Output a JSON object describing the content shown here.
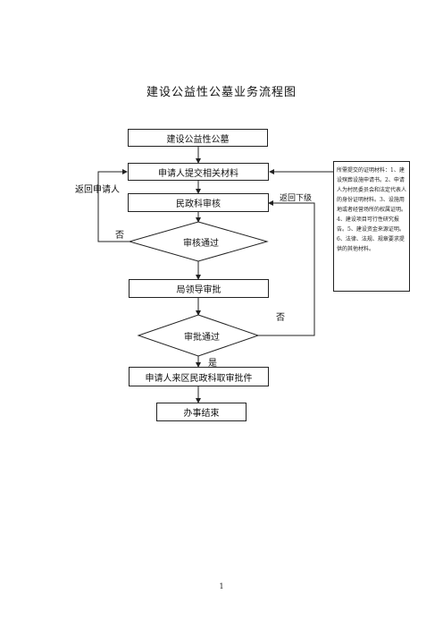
{
  "title": "建设公益性公墓业务流程图",
  "flow": {
    "step_start": "建设公益性公墓",
    "step_submit": "申请人提交相关材料",
    "step_review": "民政科审核",
    "decision_review": "审核通过",
    "step_leader": "局领导审批",
    "decision_approve": "审批通过",
    "step_collect": "申请人来区民政科取审批件",
    "step_end": "办事结束"
  },
  "labels": {
    "return_applicant": "返回申请人",
    "return_lower": "返回下级",
    "no_1": "否",
    "no_2": "否",
    "yes": "是"
  },
  "note": "所需提交的证明材料：1、建设殡葬设施申请书。2、申请人为村民委员会和法定代表人的身份证明材料。3、设施用地或者经营场所的权属证明。4、建设项目可行性研究报告。5、建设资金来源证明。6、法律、法规、规章要求提供的其他材料。",
  "page_number": "1"
}
